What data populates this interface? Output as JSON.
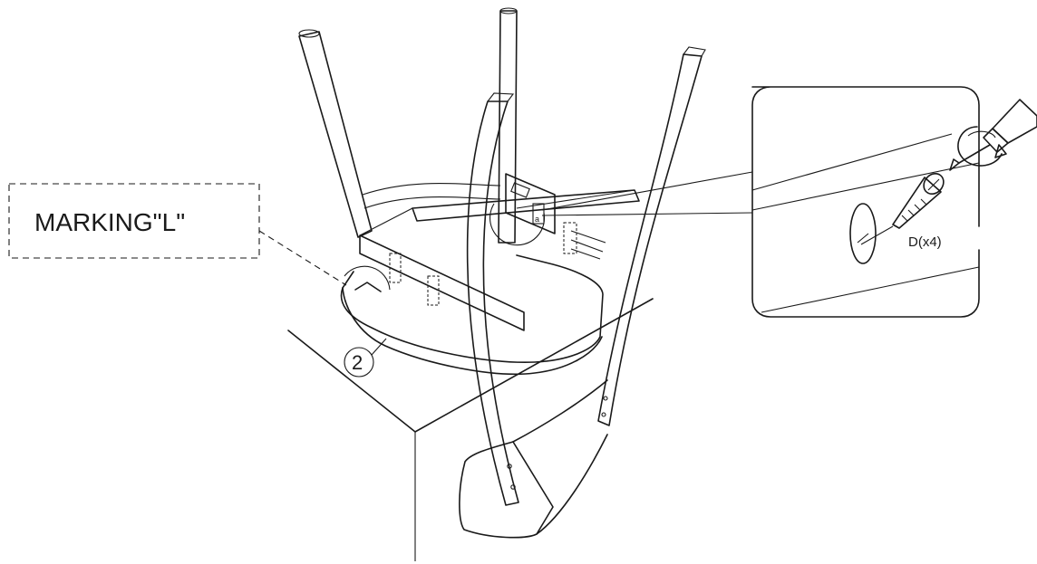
{
  "marking_label": "MARKING\"L\"",
  "step_number": "2",
  "screw_label": "D(x4)",
  "part_letter": "a"
}
